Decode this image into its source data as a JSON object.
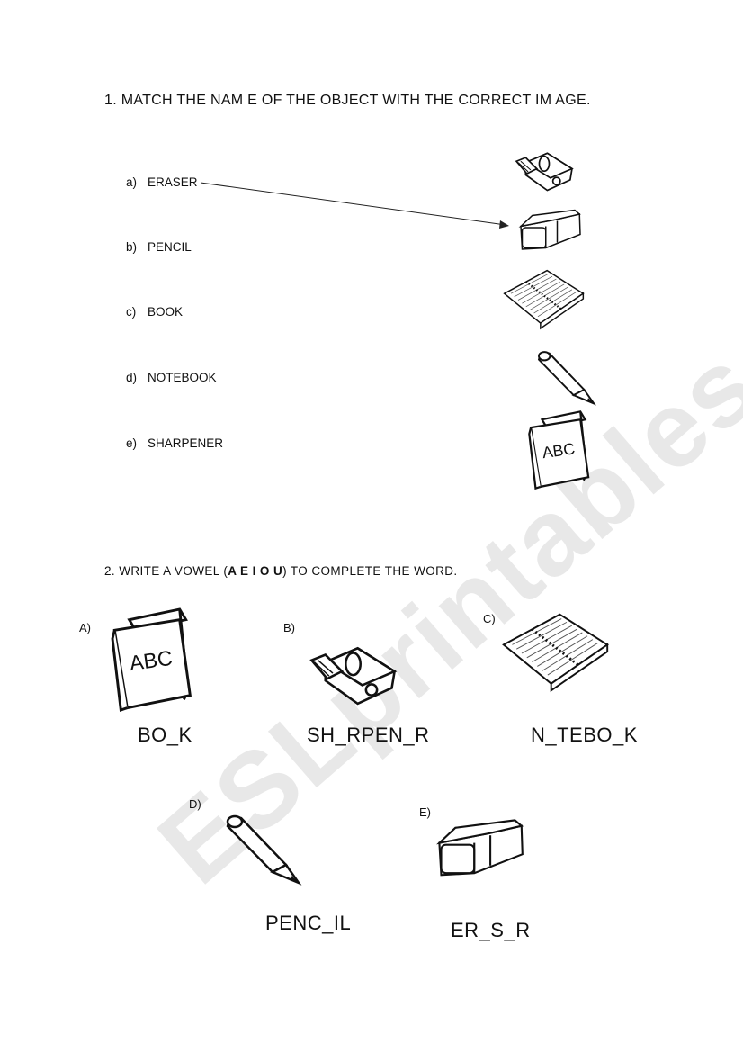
{
  "exercise1": {
    "title": "1.  MATCH THE NAM E OF THE OBJECT WITH THE CORRECT IM AGE.",
    "items": [
      {
        "letter": "a)",
        "label": "ERASER"
      },
      {
        "letter": "b)",
        "label": "PENCIL"
      },
      {
        "letter": "c)",
        "label": "BOOK"
      },
      {
        "letter": "d)",
        "label": "NOTEBOOK"
      },
      {
        "letter": "e)",
        "label": "SHARPENER"
      }
    ]
  },
  "exercise2": {
    "title_prefix": "2. WRITE A VOWEL (",
    "title_vowels": "A E I O U",
    "title_suffix": ") TO COMPLETE THE WORD.",
    "items": [
      {
        "letter": "A)",
        "word": "BO_K"
      },
      {
        "letter": "B)",
        "word": "SH_RPEN_R"
      },
      {
        "letter": "C)",
        "word": "N_TEBO_K"
      },
      {
        "letter": "D)",
        "word": "PENC_IL"
      },
      {
        "letter": "E)",
        "word": "ER_S_R"
      }
    ]
  },
  "book_cover_text": "ABC",
  "watermark": "ESLprintables.com"
}
